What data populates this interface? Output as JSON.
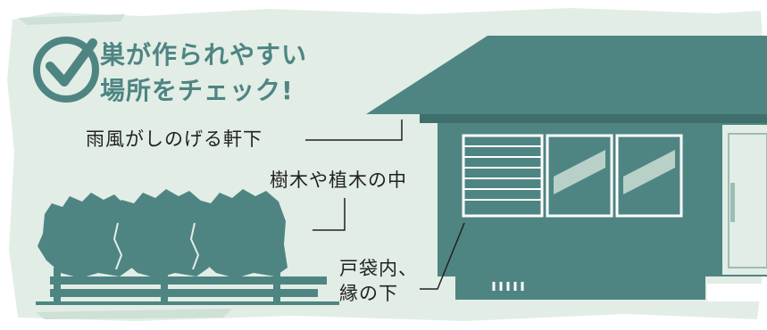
{
  "title": {
    "line1": "巣が作られやすい",
    "line2": "場所をチェック!"
  },
  "labels": {
    "eaves": "雨風がしのげる軒下",
    "trees": "樹木や植木の中",
    "shutter_line1": "戸袋内、",
    "shutter_line2": "縁の下"
  },
  "colors": {
    "background": "#e2ede6",
    "teal": "#4e8582",
    "teal_light": "#6a9b98",
    "white": "#ffffff",
    "glass": "#b9d0c9",
    "text": "#222222"
  },
  "icons": {
    "check": "check-circle-icon"
  }
}
